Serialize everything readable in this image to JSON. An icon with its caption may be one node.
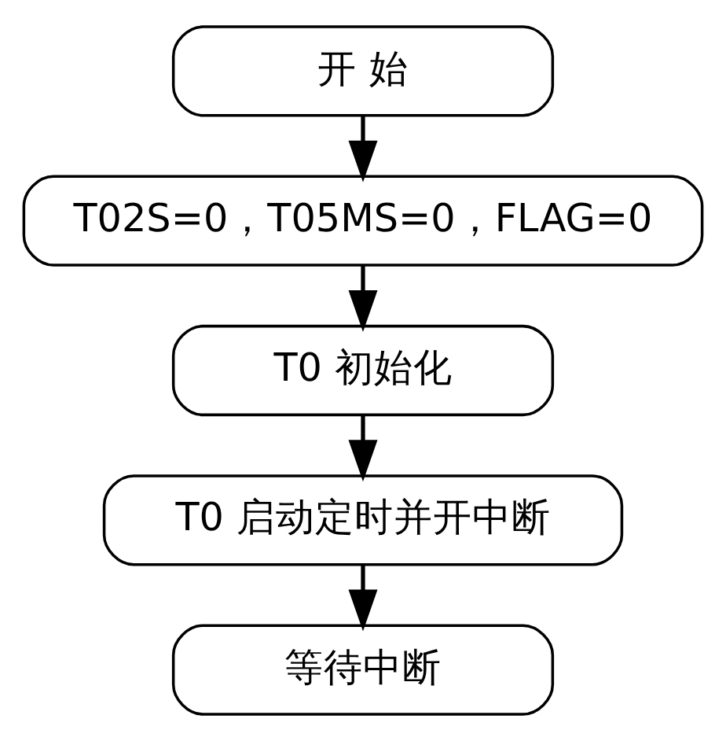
{
  "diagram": {
    "nodes": [
      {
        "text": [
          "开 始"
        ]
      },
      {
        "text": [
          "T02S=0，T05MS=0，FLAG=0"
        ]
      },
      {
        "text": [
          "T0 初始化"
        ]
      },
      {
        "text": [
          "T0 启动定时并开中断"
        ]
      },
      {
        "text": [
          "等待中断"
        ]
      }
    ],
    "edges": [
      {
        "from": 0,
        "to": 1,
        "arrow": "to"
      },
      {
        "from": 1,
        "to": 2,
        "arrow": "to"
      },
      {
        "from": 2,
        "to": 3,
        "arrow": "to"
      },
      {
        "from": 3,
        "to": 4,
        "arrow": "to"
      }
    ]
  }
}
